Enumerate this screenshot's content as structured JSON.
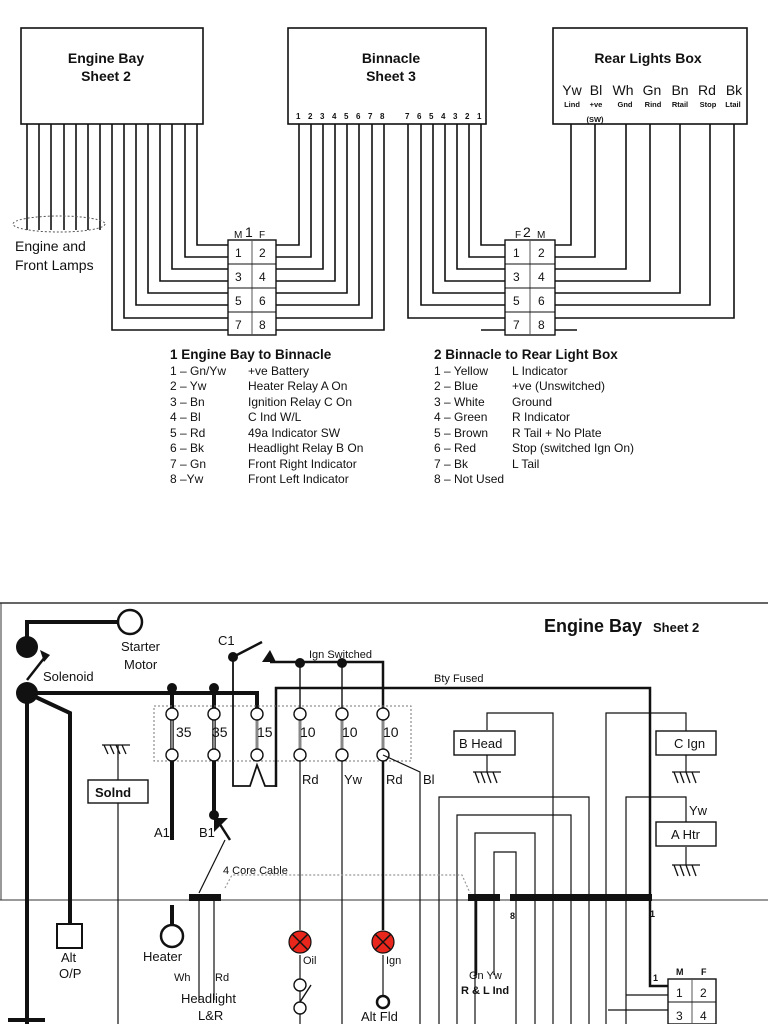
{
  "top": {
    "engine_bay_box": {
      "line1": "Engine Bay",
      "line2": "Sheet 2"
    },
    "binnacle_box": {
      "line1": "Binnacle",
      "line2": "Sheet 3",
      "pins_left": [
        "1",
        "2",
        "3",
        "4",
        "5",
        "6",
        "7",
        "8"
      ],
      "pins_right": [
        "7",
        "6",
        "5",
        "4",
        "3",
        "2",
        "1"
      ]
    },
    "rear_box": {
      "title": "Rear Lights Box",
      "terminals": [
        {
          "color": "Yw",
          "func": "Lind"
        },
        {
          "color": "Bl",
          "func": "+ve"
        },
        {
          "color": "Wh",
          "func": "Gnd"
        },
        {
          "color": "Gn",
          "func": "Rind"
        },
        {
          "color": "Bn",
          "func": "Rtail"
        },
        {
          "color": "Rd",
          "func": "Stop"
        },
        {
          "color": "Bk",
          "func": "Ltail"
        }
      ],
      "sw_note": "(SW)"
    },
    "engine_front_label": {
      "line1": "Engine and",
      "line2": "Front Lamps"
    },
    "connector1": {
      "id": "1",
      "m": "M",
      "f": "F",
      "pins": [
        "1",
        "2",
        "3",
        "4",
        "5",
        "6",
        "7",
        "8"
      ]
    },
    "connector2": {
      "id": "2",
      "m": "M",
      "f": "F",
      "pins": [
        "1",
        "2",
        "3",
        "4",
        "5",
        "6",
        "7",
        "8"
      ]
    }
  },
  "legend1": {
    "title": "1 Engine Bay to Binnacle",
    "rows": [
      {
        "k": "1 – Gn/Yw",
        "v": "+ve Battery"
      },
      {
        "k": "2 – Yw",
        "v": "Heater Relay A On"
      },
      {
        "k": "3 – Bn",
        "v": "Ignition Relay C On"
      },
      {
        "k": "4 – Bl",
        "v": "C Ind W/L"
      },
      {
        "k": "5 – Rd",
        "v": "49a Indicator SW"
      },
      {
        "k": "6 – Bk",
        "v": "Headlight Relay B On"
      },
      {
        "k": "7 – Gn",
        "v": "Front Right Indicator"
      },
      {
        "k": "8 –Yw",
        "v": "Front Left Indicator"
      }
    ]
  },
  "legend2": {
    "title": "2 Binnacle to Rear Light Box",
    "rows": [
      {
        "k": "1 – Yellow",
        "v": "L Indicator"
      },
      {
        "k": "2 – Blue",
        "v": "+ve (Unswitched)"
      },
      {
        "k": "3 – White",
        "v": "Ground"
      },
      {
        "k": "4 – Green",
        "v": "R Indicator"
      },
      {
        "k": "5 – Brown",
        "v": "R Tail + No Plate"
      },
      {
        "k": "6 – Red",
        "v": "Stop (switched Ign On)"
      },
      {
        "k": "7 – Bk",
        "v": "L Tail"
      },
      {
        "k": "8 – Not Used",
        "v": ""
      }
    ]
  },
  "sheet2": {
    "title": "Engine Bay",
    "subtitle": "Sheet 2",
    "labels": {
      "starter_motor_1": "Starter",
      "starter_motor_2": "Motor",
      "solenoid": "Solenoid",
      "c1": "C1",
      "ign_switched": "Ign Switched",
      "bty_fused": "Bty Fused",
      "solnd": "Solnd",
      "a1": "A1",
      "b1": "B1",
      "four_core": "4 Core Cable",
      "b_head": "B Head",
      "c_ign": "C Ign",
      "a_htr": "A Htr",
      "yw": "Yw",
      "alt_op_1": "Alt",
      "alt_op_2": "O/P",
      "heater": "Heater",
      "wh": "Wh",
      "rd_small": "Rd",
      "headlight_1": "Headlight",
      "headlight_2": "L&R",
      "oil": "Oil",
      "ign": "Ign",
      "alt_fld": "Alt Fld",
      "gn_yw": "Gn Yw",
      "rl_ind": "R & L Ind",
      "pin8": "8",
      "pin1a": "1",
      "pin1b": "1",
      "conn_m": "M",
      "conn_f": "F"
    },
    "fuses": [
      "35",
      "35",
      "15",
      "10",
      "10",
      "10"
    ],
    "fuse_wires": [
      "Rd",
      "Yw",
      "Rd",
      "Bl"
    ],
    "connector_pins": [
      "1",
      "2",
      "3",
      "4"
    ],
    "warning_lamp_color": "#e8261c"
  }
}
